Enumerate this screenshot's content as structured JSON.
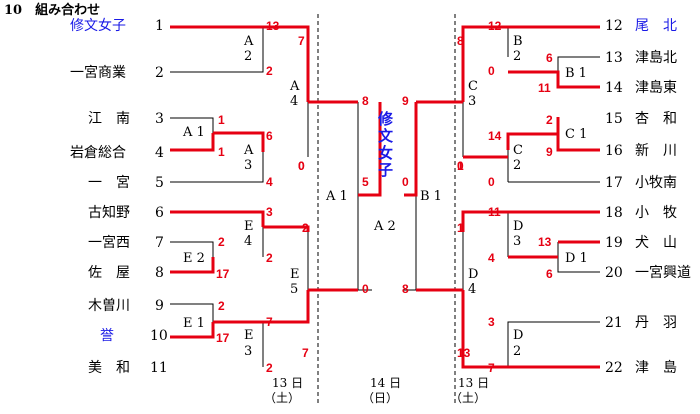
{
  "title": "10　組み合わせ",
  "accent_red": "#e60012",
  "accent_blue": "#1a1ae6",
  "teams_left": [
    {
      "no": "1",
      "name": "修文女子",
      "highlight": true
    },
    {
      "no": "2",
      "name": "一宮商業",
      "highlight": false
    },
    {
      "no": "3",
      "name": "江　南",
      "highlight": false
    },
    {
      "no": "4",
      "name": "岩倉総合",
      "highlight": false
    },
    {
      "no": "5",
      "name": "一　宮",
      "highlight": false
    },
    {
      "no": "6",
      "name": "古知野",
      "highlight": false
    },
    {
      "no": "7",
      "name": "一宮西",
      "highlight": false
    },
    {
      "no": "8",
      "name": "佐　屋",
      "highlight": false
    },
    {
      "no": "9",
      "name": "木曽川",
      "highlight": false
    },
    {
      "no": "10",
      "name": "誉",
      "highlight": true
    },
    {
      "no": "11",
      "name": "美　和",
      "highlight": false
    }
  ],
  "teams_right": [
    {
      "no": "12",
      "name": "尾　北",
      "highlight": true
    },
    {
      "no": "13",
      "name": "津島北",
      "highlight": false
    },
    {
      "no": "14",
      "name": "津島東",
      "highlight": false
    },
    {
      "no": "15",
      "name": "杏　和",
      "highlight": false
    },
    {
      "no": "16",
      "name": "新　川",
      "highlight": false
    },
    {
      "no": "17",
      "name": "小牧南",
      "highlight": false
    },
    {
      "no": "18",
      "name": "小　牧",
      "highlight": false
    },
    {
      "no": "19",
      "name": "犬　山",
      "highlight": false
    },
    {
      "no": "20",
      "name": "一宮興道",
      "highlight": false
    },
    {
      "no": "21",
      "name": "丹　羽",
      "highlight": false
    },
    {
      "no": "22",
      "name": "津　島",
      "highlight": true
    }
  ],
  "nodes": {
    "A1_left": "A 1",
    "A2_left": "A",
    "A2_left_num": "2",
    "A3_left": "A",
    "A3_left_num": "3",
    "A4": "A",
    "A4_num": "4",
    "E1": "E 1",
    "E2": "E 2",
    "E3": "E",
    "E3_num": "3",
    "E4": "E",
    "E4_num": "4",
    "E5": "E",
    "E5_num": "5",
    "A1_center": "A 1",
    "A2_center": "A 2",
    "B1_center": "B 1",
    "B1": "B 1",
    "B2": "B",
    "B2_num": "2",
    "B3": "C",
    "B3_num": "3",
    "C1": "C 1",
    "C2": "C",
    "C2_num": "2",
    "D1": "D 1",
    "D3": "D",
    "D3_num": "3",
    "D4": "D",
    "D4_num": "4",
    "D2": "D",
    "D2_num": "2"
  },
  "scores": {
    "s1": "13",
    "s2": "2",
    "s3": "7",
    "s4": "0",
    "s5": "1",
    "s6": "1",
    "s7": "6",
    "s8": "4",
    "s9": "0",
    "s10": "8",
    "s11": "5",
    "s12": "3",
    "s13": "2",
    "s14": "17",
    "s15": "2",
    "s16": "2",
    "s17": "2",
    "s18": "17",
    "s19": "7",
    "s20": "2",
    "s21": "7",
    "s22": "0",
    "s23": "9",
    "s24": "0",
    "s25": "12",
    "s26": "6",
    "s27": "0",
    "s28": "11",
    "s29": "8",
    "s30": "0",
    "s31": "2",
    "s32": "9",
    "s33": "14",
    "s34": "1",
    "s35": "0",
    "s36": "11",
    "s37": "13",
    "s38": "6",
    "s39": "4",
    "s40": "1",
    "s41": "3",
    "s42": "7",
    "s43": "13",
    "s44": "8"
  },
  "winner": [
    "修",
    "文",
    "女",
    "子"
  ],
  "dates": {
    "d1_day": "13 日",
    "d1_dow": "（土）",
    "d2_day": "14 日",
    "d2_dow": "（日）",
    "d3_day": "13 日",
    "d3_dow": "（土）"
  }
}
